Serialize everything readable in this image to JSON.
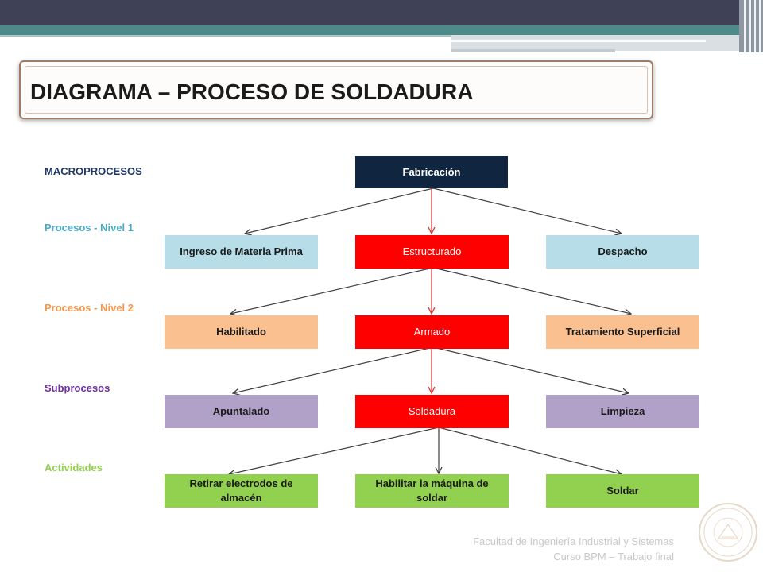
{
  "title": "DIAGRAMA – PROCESO DE SOLDADURA",
  "levels": [
    {
      "label": "MACROPROCESOS",
      "color": "#1f3864"
    },
    {
      "label": "Procesos - Nivel 1",
      "color": "#4bacc6"
    },
    {
      "label": "Procesos - Nivel 2",
      "color": "#f79646"
    },
    {
      "label": "Subprocesos",
      "color": "#7030a0"
    },
    {
      "label": "Actividades",
      "color": "#92d050"
    }
  ],
  "nodes": {
    "fabricacion": "Fabricación",
    "ingreso": "Ingreso de Materia Prima",
    "estructurado": "Estructurado",
    "despacho": "Despacho",
    "habilitado": "Habilitado",
    "armado": "Armado",
    "tratamiento": "Tratamiento Superficial",
    "apuntalado": "Apuntalado",
    "soldadura": "Soldadura",
    "limpieza": "Limpieza",
    "retirar": "Retirar electrodos de almacén",
    "habilitar_maquina": "Habilitar la máquina de soldar",
    "soldar": "Soldar"
  },
  "colors": {
    "macro": "#10253f",
    "level1": "#b7dde8",
    "critical": "#ff0000",
    "level2": "#fac090",
    "sub": "#b1a0c7",
    "activity": "#92d050",
    "arrow": "#404040",
    "critical_arrow": "#e03030"
  },
  "footer": {
    "line1": "Facultad de Ingeniería Industrial y Sistemas",
    "line2": "Curso BPM – Trabajo final"
  }
}
